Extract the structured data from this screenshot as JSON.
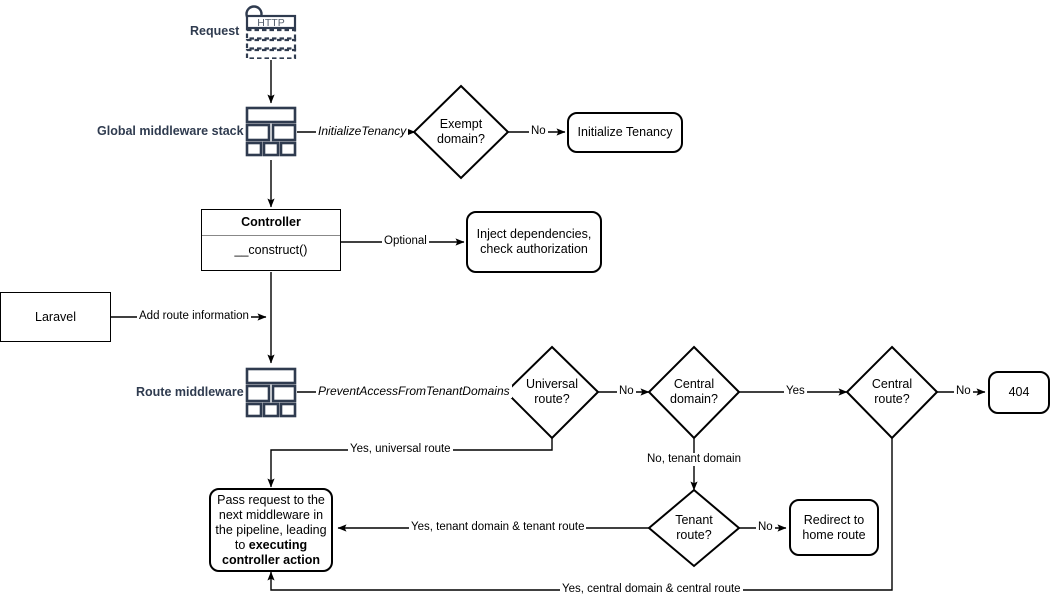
{
  "diagram": {
    "title": "Laravel multi-tenancy request lifecycle flowchart",
    "colors": {
      "stroke": "#000000",
      "label_navy": "#2f3b4f",
      "background": "#ffffff"
    }
  },
  "row_labels": {
    "request": "Request",
    "global_middleware": "Global middleware stack",
    "route_middleware": "Route middleware"
  },
  "icons": {
    "http_request": "http-request-icon",
    "http_label": "HTTP",
    "middleware_stack": "middleware-stack-icon"
  },
  "nodes": {
    "exempt_domain": "Exempt\ndomain?",
    "exempt_domain_line1": "Exempt",
    "exempt_domain_line2": "domain?",
    "initialize_tenancy": "Initialize Tenancy",
    "controller_header": "Controller",
    "controller_method": "__construct()",
    "inject_dependencies_line1": "Inject dependencies,",
    "inject_dependencies_line2": "check authorization",
    "laravel": "Laravel",
    "universal_route_line1": "Universal",
    "universal_route_line2": "route?",
    "central_domain_line1": "Central",
    "central_domain_line2": "domain?",
    "central_route_line1": "Central",
    "central_route_line2": "route?",
    "not_found": "404",
    "tenant_route_line1": "Tenant",
    "tenant_route_line2": "route?",
    "redirect_home_line1": "Redirect to",
    "redirect_home_line2": "home route",
    "pass_request_line1": "Pass request to the",
    "pass_request_line2": "next middleware in",
    "pass_request_line3": "the pipeline, leading",
    "pass_request_line4": "to ",
    "pass_request_bold1": "executing",
    "pass_request_bold2": "controller action"
  },
  "edges": {
    "initialize_tenancy_mw": "InitializeTenancy",
    "exempt_no": "No",
    "controller_optional": "Optional",
    "add_route_information": "Add route information",
    "prevent_access": "PreventAccessFromTenantDomains",
    "universal_no": "No",
    "central_domain_yes": "Yes",
    "central_route_no": "No",
    "yes_universal_route": "Yes, universal route",
    "no_tenant_domain": "No, tenant domain",
    "tenant_route_no": "No",
    "yes_tenant_domain_tenant_route": "Yes, tenant domain & tenant route",
    "yes_central_domain_central_route": "Yes, central domain & central route"
  }
}
